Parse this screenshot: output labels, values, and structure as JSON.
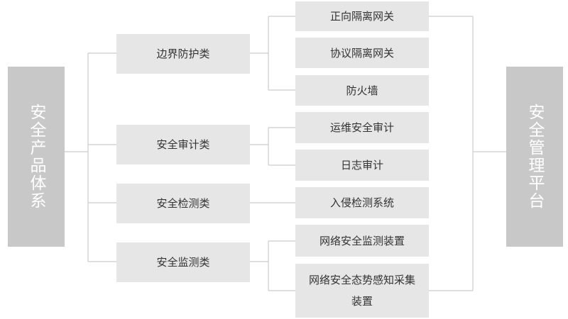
{
  "diagram": {
    "left_root": "安全产品体系",
    "right_root": "安全管理平台",
    "categories": [
      {
        "label": "边界防护类",
        "items": [
          "正向隔离网关",
          "协议隔离网关",
          "防火墙"
        ]
      },
      {
        "label": "安全审计类",
        "items": [
          "运维安全审计",
          "日志审计"
        ]
      },
      {
        "label": "安全检测类",
        "items": [
          "入侵检测系统"
        ]
      },
      {
        "label": "安全监测类",
        "items": [
          "网络安全监测装置",
          "网络安全态势感知采集装置"
        ]
      }
    ],
    "colors": {
      "root_fill": "#c8c8c8",
      "box_fill": "#e6e6e6",
      "connector": "#cccccc",
      "text": "#333333",
      "root_text": "#ffffff"
    }
  }
}
